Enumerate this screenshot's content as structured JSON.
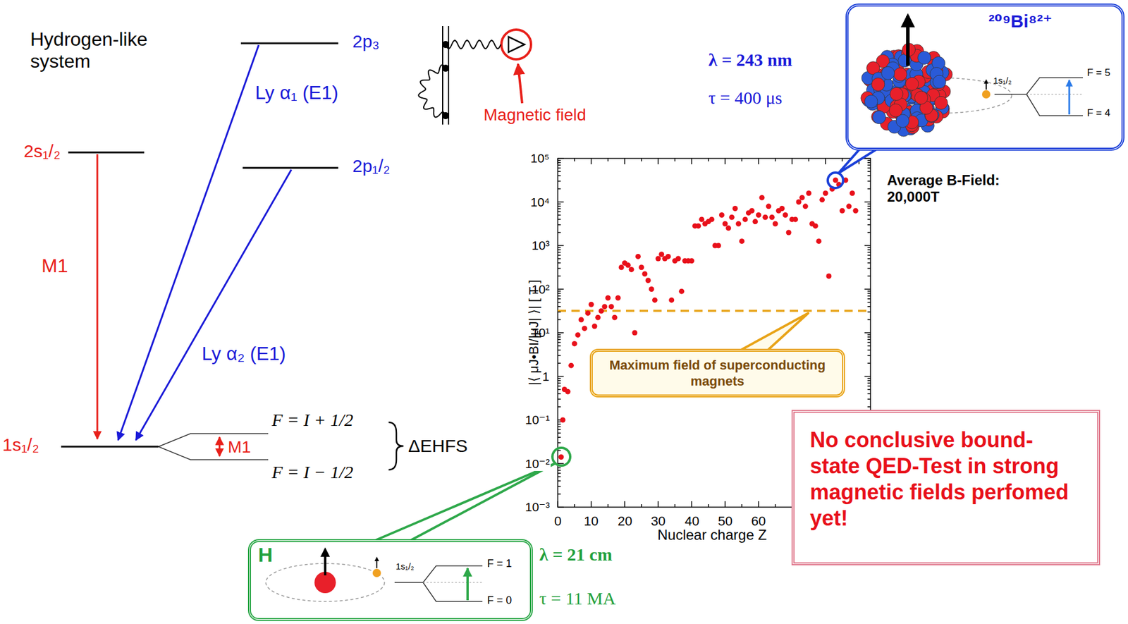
{
  "diagram": {
    "nodes": [
      {
        "text": [
          "²⁰⁹Bi⁸²⁺",
          "1s₁/₂",
          "F = 5",
          "F = 4"
        ]
      },
      {
        "text": [
          "Maximum field of superconducting magnets"
        ]
      },
      {
        "text": [
          "No conclusive bound-state QED-Test in strong magnetic fields perfomed yet!"
        ]
      },
      {
        "text": [
          "H",
          "1s₁/₂",
          "F = 1",
          "F = 0"
        ]
      }
    ],
    "labels": [
      "Hydrogen-like system",
      "2p₃",
      "2s₁/₂",
      "2p₁/₂",
      "1s₁/₂",
      "Ly α₁ (E1)",
      "Ly α₂ (E1)",
      "M1",
      "F = I + 1/2",
      "F = I − 1/2",
      "ΔEHFS",
      "M1",
      "Magnetic field",
      "λ = 243 nm",
      "τ = 400 μs",
      "Average B-Field: 20,000T",
      "10⁵",
      "10⁴",
      "10³",
      "10²",
      "10¹",
      "1",
      "10⁻¹",
      "10⁻²",
      "10⁻³",
      "0",
      "10",
      "20",
      "30",
      "40",
      "50",
      "60",
      "|⟨ μJ•BI/|μJ| ⟩| [ T ]",
      "Nuclear charge Z",
      "λ = 21 cm",
      "τ = 11 MA"
    ]
  }
}
